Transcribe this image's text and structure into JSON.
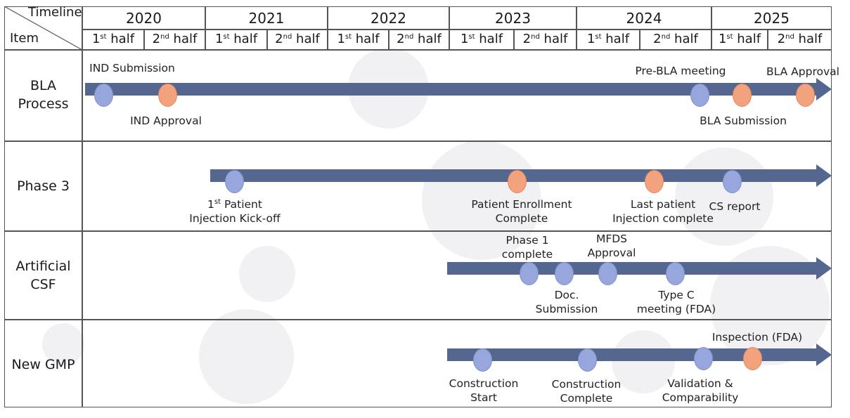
{
  "header": {
    "timeline_label": "Timeline",
    "item_label": "Item",
    "years": [
      "2020",
      "2021",
      "2022",
      "2023",
      "2024",
      "2025"
    ],
    "half_first": "1",
    "half_first_sup": "st",
    "half_second": "2",
    "half_second_sup": "nd",
    "half_word": " half"
  },
  "rows": [
    {
      "label_lines": [
        "BLA",
        "Process"
      ],
      "events": [
        {
          "color": "blue",
          "labels": [
            "IND Submission"
          ]
        },
        {
          "color": "orange",
          "labels": [
            "IND Approval"
          ]
        },
        {
          "color": "blue",
          "labels": [
            "Pre-BLA meeting"
          ]
        },
        {
          "color": "orange",
          "labels": [
            "BLA Submission"
          ]
        },
        {
          "color": "orange",
          "labels": [
            "BLA Approval"
          ]
        }
      ]
    },
    {
      "label_lines": [
        "Phase 3"
      ],
      "events": [
        {
          "color": "blue",
          "labels": [
            "Patient",
            "Injection Kick-off"
          ],
          "sup_prefix": "1",
          "sup": "st"
        },
        {
          "color": "orange",
          "labels": [
            "Patient Enrollment",
            "Complete"
          ]
        },
        {
          "color": "orange",
          "labels": [
            "Last patient",
            "Injection complete"
          ]
        },
        {
          "color": "blue",
          "labels": [
            "CS report"
          ]
        }
      ]
    },
    {
      "label_lines": [
        "Artificial",
        "CSF"
      ],
      "events": [
        {
          "color": "blue",
          "labels": [
            "Phase 1",
            "complete"
          ]
        },
        {
          "color": "blue",
          "labels": [
            "Doc.",
            "Submission"
          ]
        },
        {
          "color": "blue",
          "labels": [
            "MFDS",
            "Approval"
          ]
        },
        {
          "color": "blue",
          "labels": [
            "Type C",
            "meeting (FDA)"
          ]
        }
      ]
    },
    {
      "label_lines": [
        "New GMP"
      ],
      "events": [
        {
          "color": "blue",
          "labels": [
            "Construction",
            "Start"
          ]
        },
        {
          "color": "blue",
          "labels": [
            "Construction",
            "Complete"
          ]
        },
        {
          "color": "blue",
          "labels": [
            "Validation &",
            "Comparability"
          ]
        },
        {
          "color": "orange",
          "labels": [
            "Inspection (FDA)"
          ]
        }
      ]
    }
  ],
  "colors": {
    "bar": "#56678f",
    "blue_dot": "#97a6dc",
    "orange_dot": "#f2a27c"
  }
}
